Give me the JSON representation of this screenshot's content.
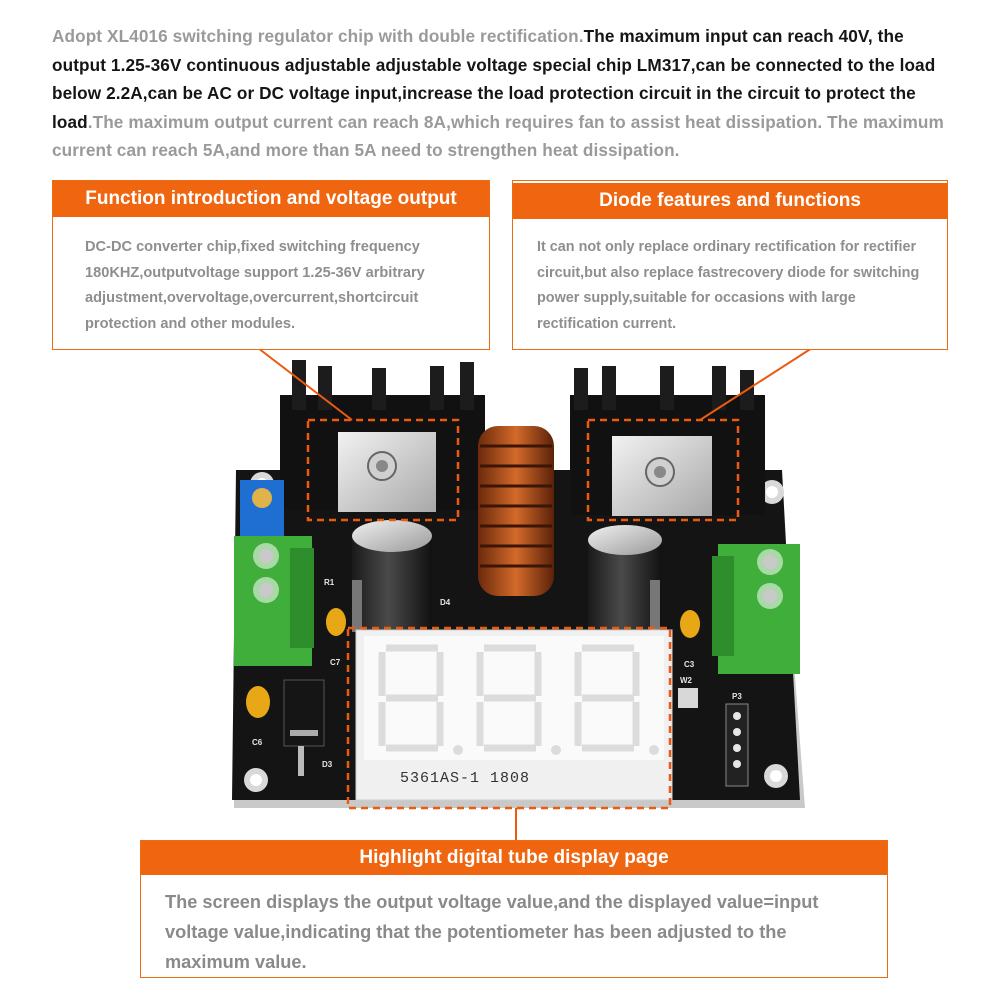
{
  "intro": {
    "part1": "Adopt XL4016 switching regulator chip with double rectification.",
    "part2": "The maximum input can reach 40V, the output 1.25-36V continuous adjustable adjustable voltage special chip LM317,can be connected to the load below 2.2A,can be AC or DC voltage input,increase the load protection circuit in the circuit to protect the load",
    "part3": ".The maximum output current can reach 8A,which requires fan to assist heat dissipation. The maximum current can reach 5A,and more than 5A need to strengthen heat dissipation."
  },
  "function_box": {
    "title": "Function introduction and voltage output",
    "body": "DC-DC converter chip,fixed switching frequency 180KHZ,outputvoltage support 1.25-36V arbitrary adjustment,overvoltage,overcurrent,shortcircuit protection and other modules."
  },
  "diode_box": {
    "title": "Diode features and functions",
    "body": "It can not only replace ordinary rectification for rectifier circuit,but also replace fastrecovery diode for switching power supply,suitable for occasions with large rectification current."
  },
  "display_box": {
    "title": "Highlight digital tube display page",
    "body": "The screen displays the output voltage value,and the displayed value=input voltage value,indicating that the potentiometer has been adjusted to the maximum value."
  },
  "board": {
    "display_part": "5361AS-1  1808",
    "labels": {
      "r1": "R1",
      "c7": "C7",
      "c6": "C6",
      "d3": "D3",
      "d4": "D4",
      "c3": "C3",
      "p3": "P3",
      "w2": "W2"
    }
  },
  "colors": {
    "accent": "#f0650f",
    "pcb": "#141414",
    "terminal": "#3fae3a"
  }
}
